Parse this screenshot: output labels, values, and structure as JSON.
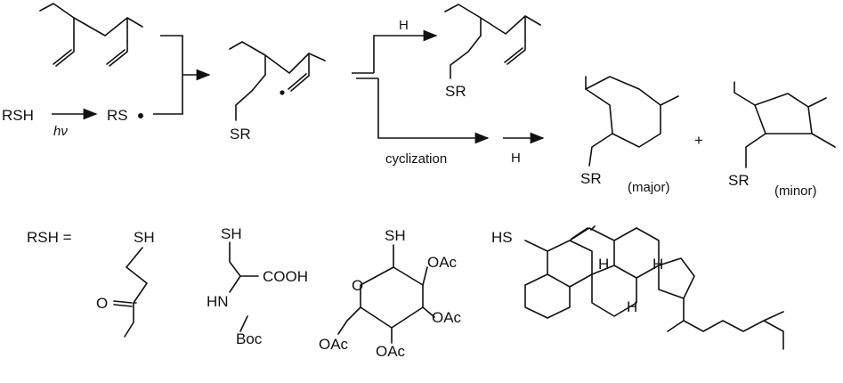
{
  "reaction": {
    "reagent": "RSH",
    "light": "hν",
    "thiyl_radical": "RS",
    "hydrogen_top": "H",
    "hydrogen_bottom": "H",
    "cyclization": "cyclization",
    "sr_intermediate": "SR",
    "sr_linear_product": "SR",
    "sr_major": "SR",
    "sr_minor": "SR",
    "major": "(major)",
    "minor": "(minor)",
    "plus": "+"
  },
  "thiols": {
    "label": "RSH =",
    "t1": {
      "sh": "SH",
      "o": "O"
    },
    "t2": {
      "sh": "SH",
      "cooh": "COOH",
      "hn": "HN",
      "boc": "Boc"
    },
    "t3": {
      "sh": "SH",
      "ring_o": "O",
      "oac_1": "OAc",
      "oac_2": "OAc",
      "oac_3": "OAc",
      "oac_4": "OAc"
    },
    "t4": {
      "hs": "HS",
      "h_1": "H",
      "h_2": "H",
      "h_3": "H"
    }
  }
}
